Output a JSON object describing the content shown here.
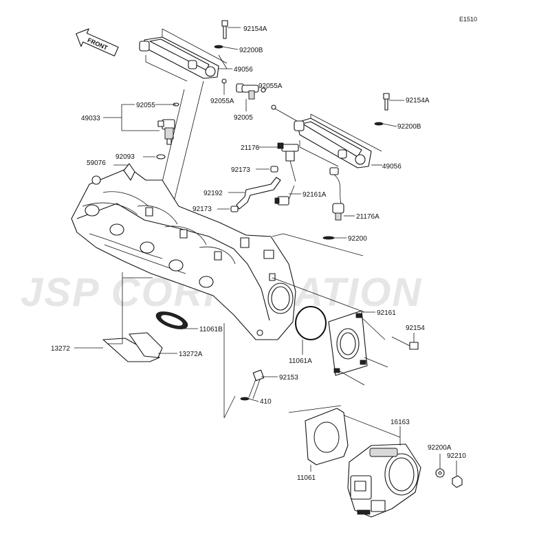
{
  "diagram": {
    "code": "E1510",
    "front_label": "FRONT",
    "watermark": "JSP CORPORATION",
    "part_labels": [
      {
        "id": "92154A-top",
        "text": "92154A"
      },
      {
        "id": "92200B-top",
        "text": "92200B"
      },
      {
        "id": "49056-left",
        "text": "49056"
      },
      {
        "id": "92055A-left",
        "text": "92055A"
      },
      {
        "id": "92055A-right",
        "text": "92055A"
      },
      {
        "id": "92005",
        "text": "92005"
      },
      {
        "id": "92055",
        "text": "92055"
      },
      {
        "id": "49033",
        "text": "49033"
      },
      {
        "id": "92093",
        "text": "92093"
      },
      {
        "id": "59076",
        "text": "59076"
      },
      {
        "id": "92154A-right",
        "text": "92154A"
      },
      {
        "id": "92200B-right",
        "text": "92200B"
      },
      {
        "id": "49056-right",
        "text": "49056"
      },
      {
        "id": "21176",
        "text": "21176"
      },
      {
        "id": "92173-top",
        "text": "92173"
      },
      {
        "id": "92192",
        "text": "92192"
      },
      {
        "id": "92161A",
        "text": "92161A"
      },
      {
        "id": "92173-bottom",
        "text": "92173"
      },
      {
        "id": "21176A",
        "text": "21176A"
      },
      {
        "id": "92200",
        "text": "92200"
      },
      {
        "id": "92161",
        "text": "92161"
      },
      {
        "id": "92154",
        "text": "92154"
      },
      {
        "id": "11061B",
        "text": "11061B"
      },
      {
        "id": "13272",
        "text": "13272"
      },
      {
        "id": "13272A",
        "text": "13272A"
      },
      {
        "id": "11061A",
        "text": "11061A"
      },
      {
        "id": "92153",
        "text": "92153"
      },
      {
        "id": "410",
        "text": "410"
      },
      {
        "id": "16163",
        "text": "16163"
      },
      {
        "id": "92200A",
        "text": "92200A"
      },
      {
        "id": "92210",
        "text": "92210"
      },
      {
        "id": "11061",
        "text": "11061"
      }
    ]
  }
}
